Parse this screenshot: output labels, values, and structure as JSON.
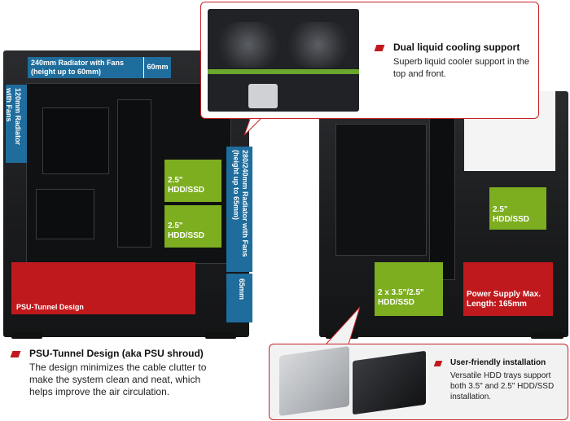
{
  "labels": {
    "radiator_top": "240mm Radiator with Fans (height up to 60mm)",
    "radiator_top_height": "60mm",
    "radiator_front_left": "120mm Radiator with Fans",
    "radiator_front_right": "280/240mm Radiator with Fans (height up to 65mm)",
    "clearance_65": "65mm",
    "hdd_ssd_1": "2.5\" HDD/SSD",
    "hdd_ssd_2": "2.5\" HDD/SSD",
    "hdd_ssd_3": "2.5\" HDD/SSD",
    "hdd_ssd_4": "2 x 3.5\"/2.5\" HDD/SSD",
    "psu_tunnel": "PSU-Tunnel Design",
    "power_supply": "Power Supply Max. Length: 165mm"
  },
  "callouts": {
    "liquid": {
      "title": "Dual liquid cooling support",
      "body": "Superb liquid cooler support in the top and front."
    },
    "psu": {
      "title": "PSU-Tunnel Design (aka PSU shroud)",
      "body": "The design minimizes the cable clutter to make the system clean and neat, which helps improve the air circulation."
    },
    "install": {
      "title": "User-friendly installation",
      "body": "Versatile HDD trays support both 3.5\" and 2.5\" HDD/SSD installation."
    }
  },
  "colors": {
    "accent_red": "#c0191d",
    "label_blue": "#1f6d9c",
    "label_green": "#7cae1f",
    "case_dark": "#1c1d1f"
  }
}
